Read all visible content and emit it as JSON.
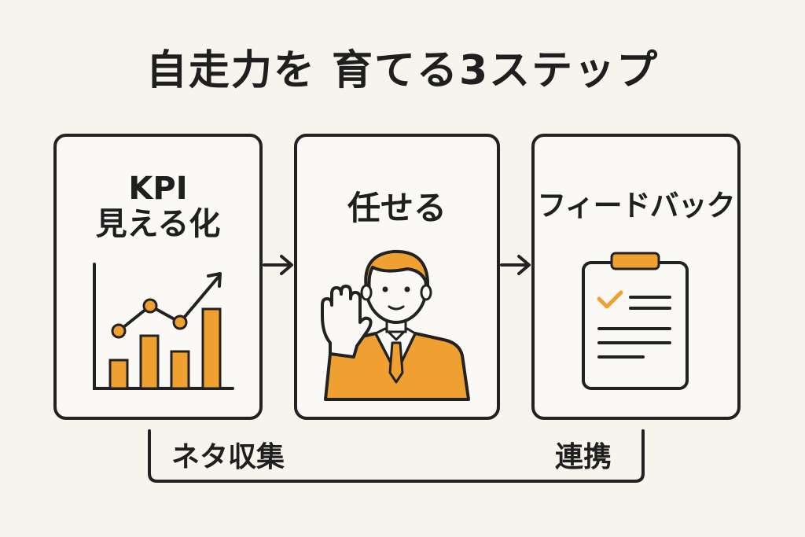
{
  "title": "自走力を 育てる3ステップ",
  "steps": [
    {
      "label_line1": "KPI",
      "label_line2": "見える化"
    },
    {
      "label": "任せる"
    },
    {
      "label": "フィードバック"
    }
  ],
  "bracket": {
    "left_label": "ネタ収集",
    "right_label": "連携"
  },
  "colors": {
    "accent": "#f0a030",
    "outline": "#222222",
    "background": "#f7f4ee"
  },
  "icons": [
    "bar-chart-icon",
    "person-icon",
    "clipboard-checklist-icon",
    "arrow-right-icon"
  ]
}
